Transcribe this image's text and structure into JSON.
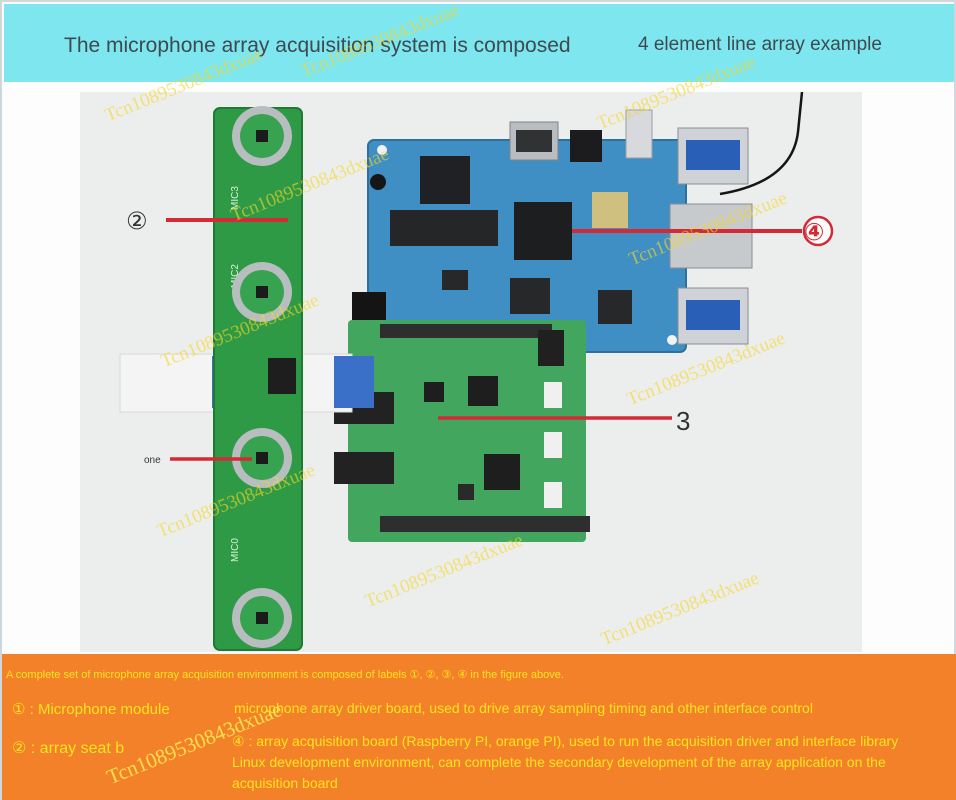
{
  "header": {
    "title": "The microphone array acquisition system is composed",
    "subtitle": "4 element line array example"
  },
  "labels": {
    "two": "②",
    "four": "④",
    "three": "3",
    "one": "one"
  },
  "footer": {
    "intro": "A complete set of microphone array acquisition environment is composed of labels ①, ②, ③, ④ in the figure above.",
    "item1": "① : Microphone module",
    "item2": "② : array seat b",
    "item3": "microphone array driver board, used to drive array sampling timing and other interface control",
    "item4": "④ : array acquisition board (Raspberry PI, orange PI), used to run the acquisition driver and interface library Linux development environment, can complete the secondary development of the array application on the acquisition board"
  },
  "watermark": "Tcn1089530843dxuae",
  "silkscreen": "MIC",
  "colors": {
    "header_bg": "#7ee6ee",
    "footer_bg": "#f3812a",
    "footer_text": "#ffe41e",
    "pointer": "#d42a35"
  }
}
